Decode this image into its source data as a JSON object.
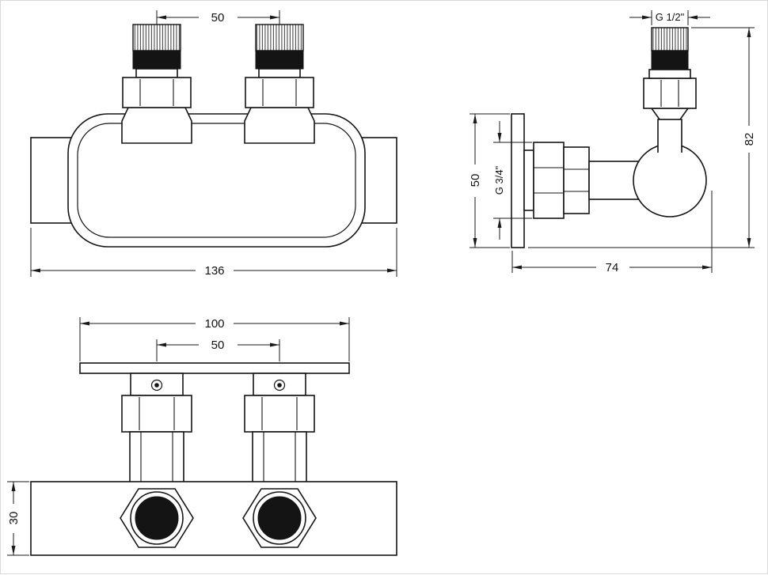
{
  "colors": {
    "ink": "#141414",
    "paper": "#ffffff",
    "seal_band": "#141414",
    "port_plug": "#141414"
  },
  "views": {
    "front": {
      "label": "front-view-twin-valve",
      "dims": {
        "pitch": "50",
        "width": "136"
      }
    },
    "side": {
      "label": "side-view-angle-valve",
      "dims": {
        "top_thread": "G 1/2\"",
        "height": "82",
        "plate_height": "50",
        "side_thread": "G 3/4\"",
        "depth": "74"
      }
    },
    "bottom": {
      "label": "bottom-view-twin-valve",
      "dims": {
        "plate_width": "100",
        "pitch": "50",
        "body_height": "30"
      }
    }
  }
}
